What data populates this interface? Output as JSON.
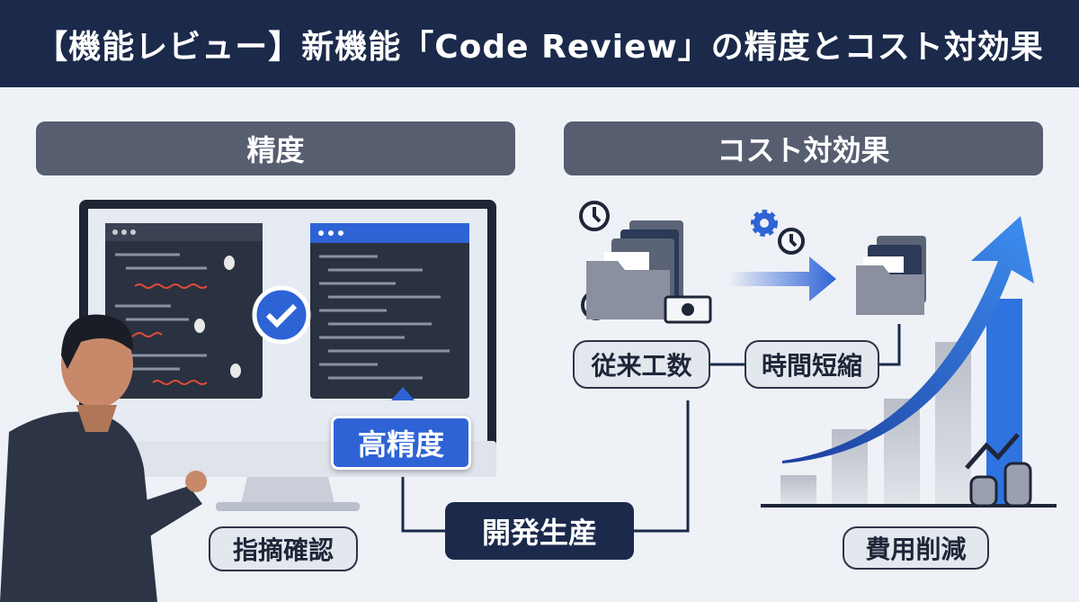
{
  "header": {
    "title": "【機能レビュー】新機能「Code Review」の精度とコスト対効果"
  },
  "sections": {
    "accuracy": {
      "title": "精度",
      "badge": "高精度",
      "confirm_label": "指摘確認",
      "productivity_label": "開発生産"
    },
    "cost": {
      "title": "コスト対効果",
      "before_label": "従来工数",
      "after_label": "時間短縮",
      "result_label": "費用削減"
    }
  },
  "colors": {
    "header": "#1b2a4a",
    "section": "#565e70",
    "accent": "#2e63d6"
  },
  "icons": [
    "monitor",
    "code-editor",
    "bug-icon",
    "check-icon",
    "person",
    "clock-icon",
    "folder-icon",
    "money-icon",
    "gear-icon",
    "arrow-right-icon",
    "bar-chart",
    "trend-arrow",
    "coins-icon"
  ]
}
